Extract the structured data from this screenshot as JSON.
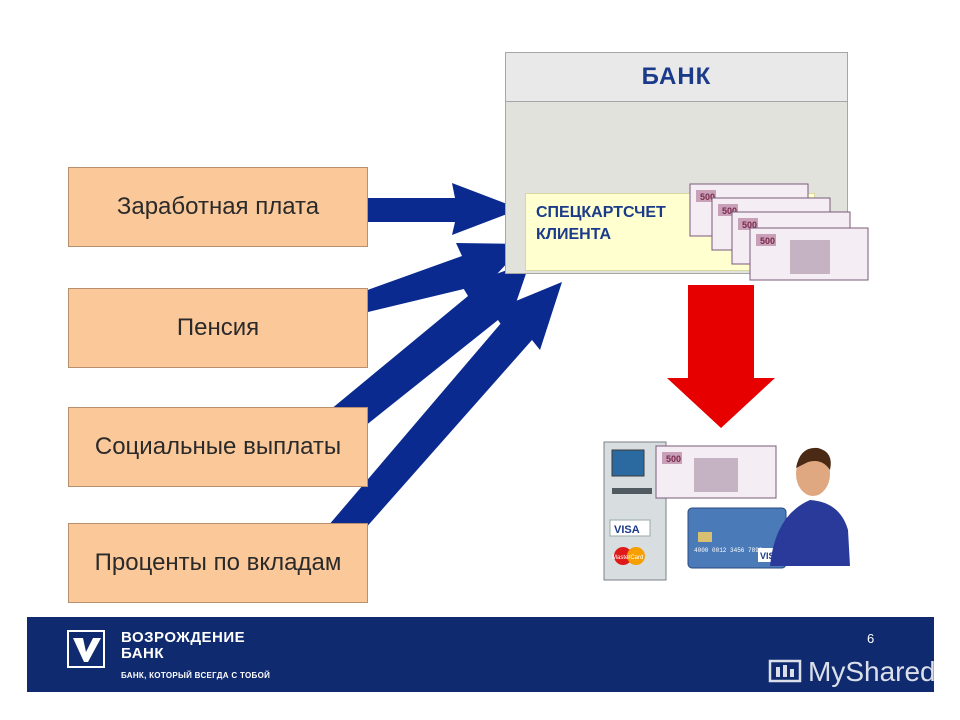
{
  "sources": [
    {
      "label": "Заработная плата"
    },
    {
      "label": "Пенсия"
    },
    {
      "label": "Социальные выплаты"
    },
    {
      "label": "Проценты по вкладам"
    }
  ],
  "bank": {
    "title": "БАНК"
  },
  "account": {
    "line1": "СПЕЦКАРТСЧЕТ",
    "line2": "КЛИЕНТА"
  },
  "banknote": {
    "denomination": "500"
  },
  "cards": {
    "visa": "VISA",
    "mastercard": "MasterCard",
    "card_number": "4000 0012 3456 7899"
  },
  "footer": {
    "brand_line1": "ВОЗРОЖДЕНИЕ",
    "brand_line2": "БАНК",
    "slogan": "БАНК, КОТОРЫЙ ВСЕГДА С ТОБОЙ",
    "page_number": "6"
  },
  "watermark": {
    "text": "MyShared"
  },
  "colors": {
    "arrow_blue": "#0a2a90",
    "arrow_red": "#e60000",
    "source_fill": "#fbc89a",
    "footer": "#0f2a6e"
  }
}
